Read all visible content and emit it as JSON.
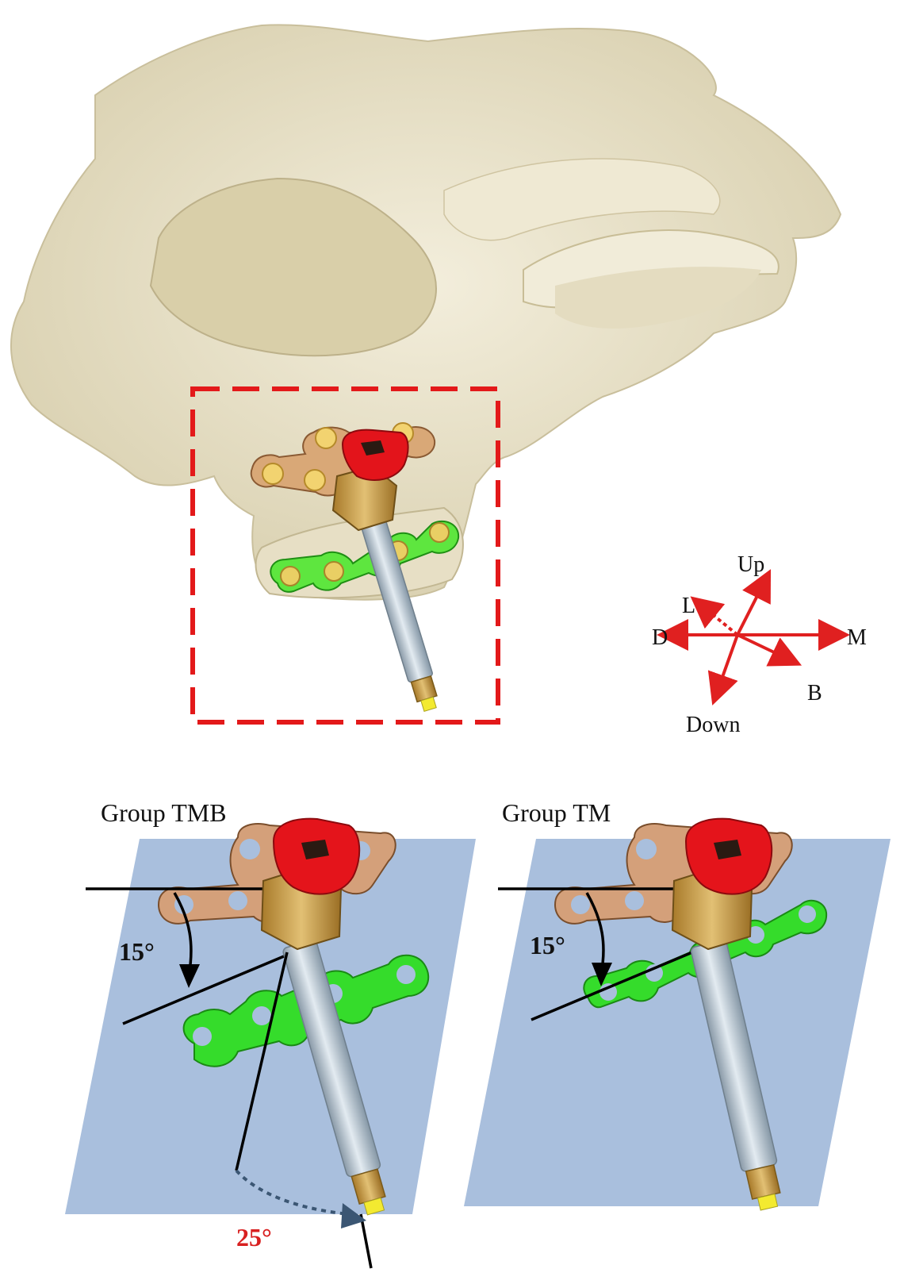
{
  "orientation": {
    "up": "Up",
    "down": "Down",
    "left": "L",
    "right_m": "M",
    "d": "D",
    "b": "B"
  },
  "panels": [
    {
      "title": "Group TMB",
      "angle_small": "15°",
      "angle_large": "25°"
    },
    {
      "title": "Group TM",
      "angle_small": "15°"
    }
  ],
  "colors": {
    "highlight_box": "#e3191a",
    "arrows": "#e02020",
    "plane": "#a9bfdd",
    "plate_bronze": "#d4a07a",
    "plate_green": "#35dc2b",
    "holder_red": "#e4141b",
    "cube_gold": "#c59a46",
    "rod_gray": "#b8c6d2",
    "bone": "#ece5cf",
    "angle_red": "#d82020",
    "arc_blue": "#3b5673"
  }
}
